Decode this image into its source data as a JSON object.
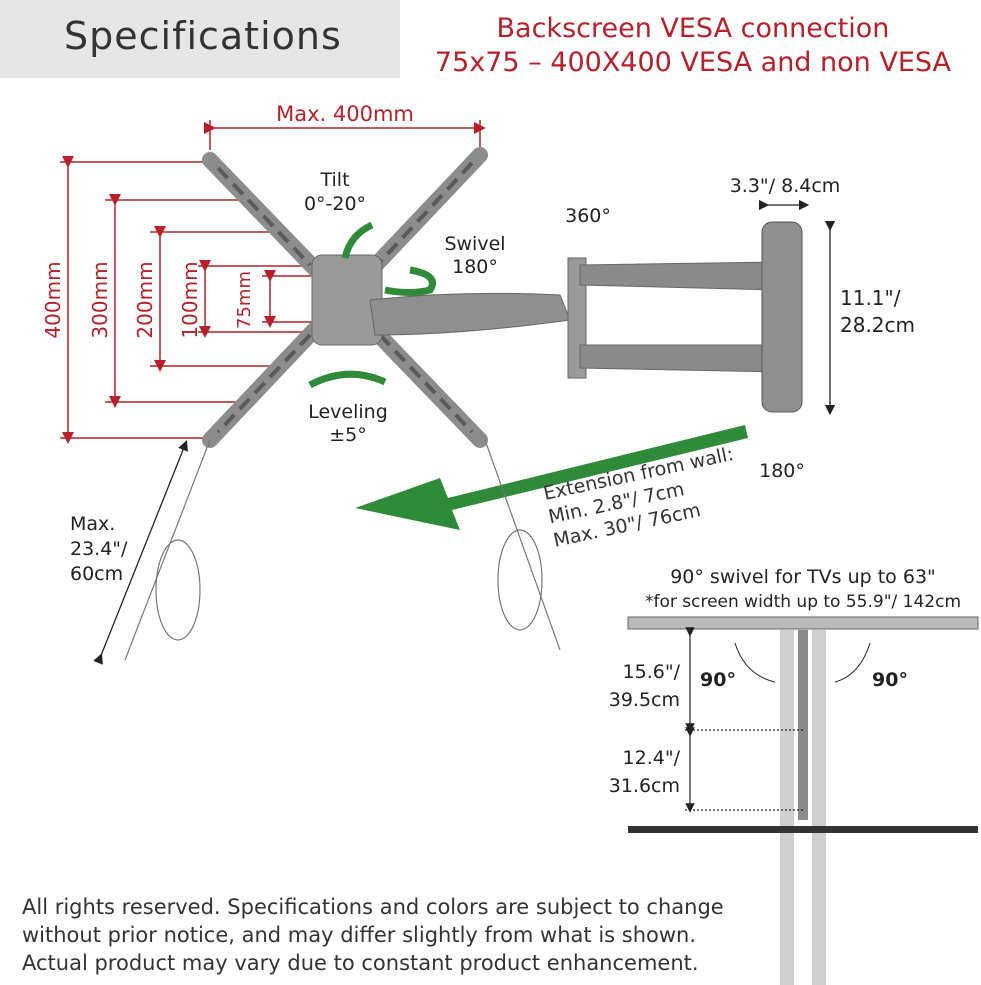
{
  "header": {
    "title": "Specifications",
    "vesa_line1": "Backscreen VESA connection",
    "vesa_line2": "75x75 – 400X400 VESA and non VESA"
  },
  "dimensions": {
    "max_width": "Max. 400mm",
    "heights": [
      "400mm",
      "300mm",
      "200mm",
      "100mm",
      "75mm"
    ],
    "wall_plate_width": "3.3\"/ 8.4cm",
    "wall_plate_height_1": "11.1\"/",
    "wall_plate_height_2": "28.2cm",
    "cable_1": "Max.",
    "cable_2": "23.4\"/",
    "cable_3": "60cm"
  },
  "motions": {
    "tilt_label": "Tilt",
    "tilt_value": "0°-20°",
    "swivel_label": "Swivel",
    "swivel_value": "180°",
    "rotate_360": "360°",
    "leveling_label": "Leveling",
    "leveling_value": "±5°",
    "wall_swivel": "180°"
  },
  "extension": {
    "title": "Extension from wall:",
    "min": "Min. 2.8\"/ 7cm",
    "max": "Max. 30\"/ 76cm"
  },
  "swivel_detail": {
    "title": "90° swivel for TVs up to 63\"",
    "note": "*for screen width up to 55.9\"/ 142cm",
    "d1_a": "15.6\"/",
    "d1_b": "39.5cm",
    "d2_a": "12.4\"/",
    "d2_b": "31.6cm",
    "left_angle": "90°",
    "right_angle": "90°"
  },
  "footer": {
    "line1": "All rights reserved. Specifications and colors are subject to change",
    "line2": "without prior notice, and may differ slightly from what is shown.",
    "line3": "Actual product may vary due to constant product enhancement."
  },
  "colors": {
    "red": "#b5202a",
    "green": "#2f8a3a",
    "gray": "#8c8c8c"
  }
}
